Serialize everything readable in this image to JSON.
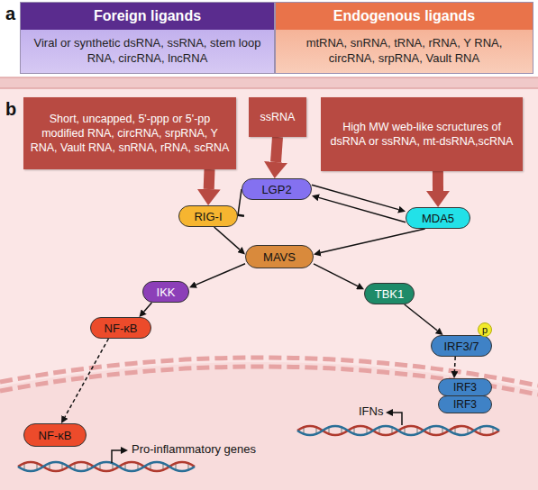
{
  "diagram": {
    "nodes": [
      {
        "text": [
          "Foreign ligands",
          "Viral or synthetic dsRNA, ssRNA, stem loop RNA, circRNA, lncRNA"
        ]
      },
      {
        "text": [
          "Endogenous ligands",
          "mtRNA, snRNA, tRNA, rRNA, Y RNA, circRNA, srpRNA, Vault RNA"
        ]
      },
      {
        "text": [
          "Short, uncapped, 5'-ppp or 5'-pp modified RNA, circRNA, srpRNA, Y RNA, Vault RNA, snRNA, rRNA, scRNA"
        ]
      },
      {
        "text": [
          "ssRNA"
        ]
      },
      {
        "text": [
          "High MW web-like scructures of dsRNA or ssRNA, mt-dsRNA,scRNA"
        ]
      },
      {
        "text": [
          "LGP2"
        ]
      },
      {
        "text": [
          "RIG-I"
        ]
      },
      {
        "text": [
          "MDA5"
        ]
      },
      {
        "text": [
          "MAVS"
        ]
      },
      {
        "text": [
          "IKK"
        ]
      },
      {
        "text": [
          "TBK1"
        ]
      },
      {
        "text": [
          "NF-κB"
        ]
      },
      {
        "text": [
          "IRF3/7"
        ]
      },
      {
        "text": [
          "IRF3"
        ]
      },
      {
        "text": [
          "IRF3"
        ]
      },
      {
        "text": [
          "NF-κB"
        ]
      }
    ],
    "edges": [
      {
        "from": 2,
        "to": 6,
        "arrow": "to"
      },
      {
        "from": 3,
        "to": 5,
        "arrow": "to"
      },
      {
        "from": 4,
        "to": 7,
        "arrow": "to"
      },
      {
        "from": 5,
        "to": 6,
        "arrow": "to"
      },
      {
        "from": 5,
        "to": 7,
        "arrow": "to"
      },
      {
        "from": 7,
        "to": 5,
        "arrow": "to"
      },
      {
        "from": 6,
        "to": 8,
        "arrow": "to"
      },
      {
        "from": 7,
        "to": 8,
        "arrow": "to"
      },
      {
        "from": 8,
        "to": 9,
        "arrow": "to"
      },
      {
        "from": 8,
        "to": 10,
        "arrow": "to"
      },
      {
        "from": 9,
        "to": 11,
        "arrow": "to"
      },
      {
        "from": 10,
        "to": 12,
        "arrow": "to"
      },
      {
        "from": 11,
        "to": 15,
        "arrow": "to"
      },
      {
        "from": 12,
        "to": 13,
        "arrow": "to"
      }
    ],
    "labels": [
      "a",
      "b",
      "p",
      "IFNs",
      "Pro-inflammatory genes"
    ]
  }
}
